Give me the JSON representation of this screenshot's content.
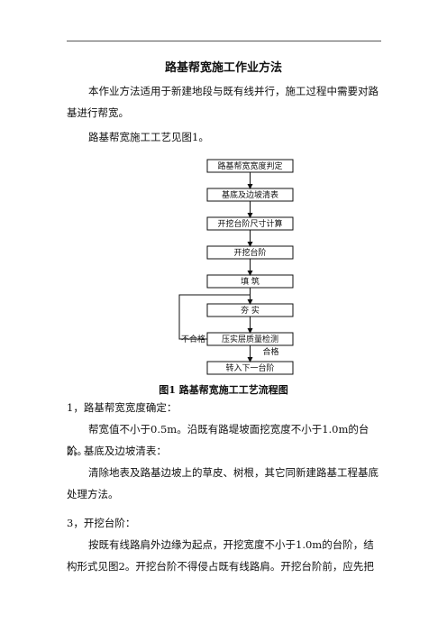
{
  "document": {
    "title": "路基帮宽施工作业方法",
    "intro": "本作业方法适用于新建地段与既有线并行，施工过程中需要对路基进行帮宽。",
    "process_ref": "路基帮宽施工工艺见图1。",
    "figure_caption": "图1  路基帮宽施工工艺流程图",
    "steps": [
      "路基帮宽宽度判定",
      "基底及边坡清表",
      "开挖台阶尺寸计算",
      "开挖台阶",
      "填    筑",
      "夯    实",
      "压实层质量检测",
      "转入下一台阶"
    ],
    "label_fail": "不合格",
    "label_pass": "合格",
    "section1_title": "1，路基帮宽宽度确定：",
    "section1_body": "帮宽值不小于0.5m。沿既有路堤坡面挖宽度不小于1.0m的台阶。",
    "section2_title": "2，基底及边坡清表：",
    "section2_body": "清除地表及路基边坡上的草皮、树根，其它同新建路基工程基底处理方法。",
    "section3_title": "3，开挖台阶：",
    "section3_body": "按既有线路肩外边缘为起点，开挖宽度不小于1.0m的台阶，结构形式见图2。开挖台阶不得侵占既有线路肩。开挖台阶前，应先把"
  }
}
